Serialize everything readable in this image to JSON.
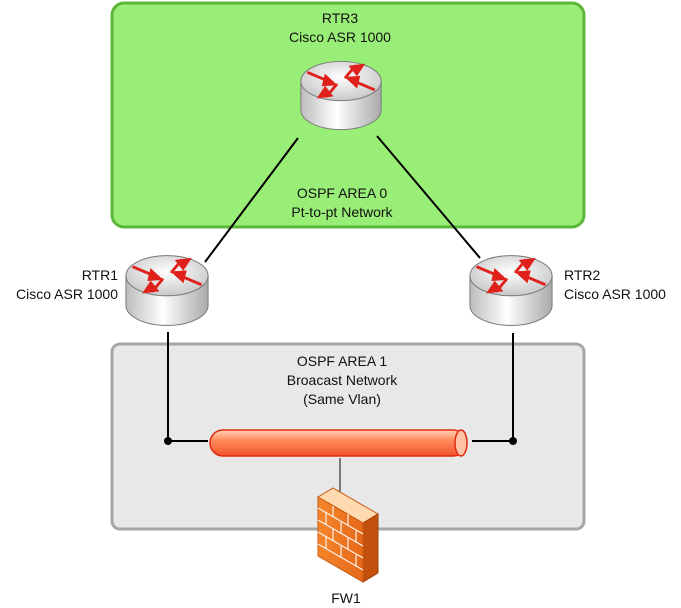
{
  "colors": {
    "area0_fill": "#99ee77",
    "area0_stroke": "#5cb83a",
    "area1_fill": "#e8e8e8",
    "area1_stroke": "#a6a6a6",
    "router_arrow": "#e0201b",
    "router_body": "#d9d9d9",
    "broadcast_pipe": "#ff8a55",
    "broadcast_pipe_stroke": "#e02a10",
    "firewall": "#f07a1e",
    "link": "#000000"
  },
  "areas": {
    "area0": {
      "title": "OSPF AREA 0",
      "subtitle": "Pt-to-pt Network"
    },
    "area1": {
      "title": "OSPF AREA 1",
      "subtitle": "Broacast Network",
      "note": "(Same Vlan)"
    }
  },
  "routers": {
    "rtr3": {
      "name": "RTR3",
      "model": "Cisco ASR 1000",
      "icon": "router-icon"
    },
    "rtr1": {
      "name": "RTR1",
      "model": "Cisco ASR 1000",
      "icon": "router-icon"
    },
    "rtr2": {
      "name": "RTR2",
      "model": "Cisco ASR 1000",
      "icon": "router-icon"
    }
  },
  "firewall": {
    "name": "FW1",
    "icon": "firewall-icon"
  }
}
